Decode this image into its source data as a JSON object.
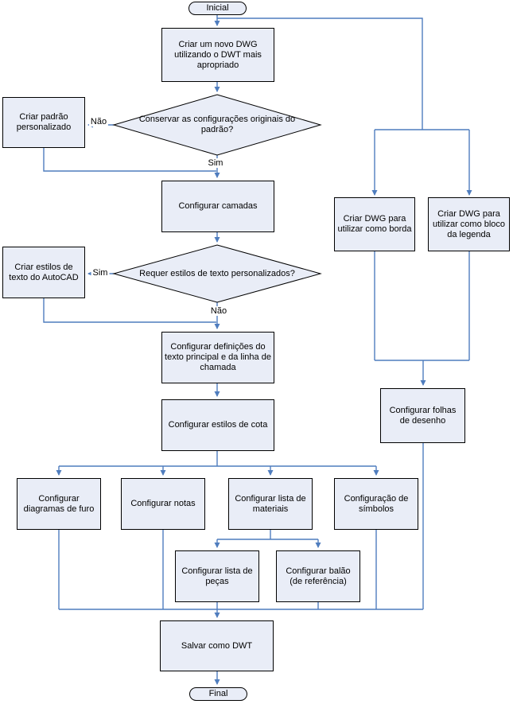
{
  "colors": {
    "node_fill": "#e9edf7",
    "node_border": "#000000",
    "connector": "#4f7dbe",
    "text": "#000000",
    "background": "#ffffff"
  },
  "flowchart": {
    "terminators": {
      "start": "Inicial",
      "end": "Final"
    },
    "nodes": {
      "novo_dwg": "Criar um novo DWG utilizando o DWT mais apropriado",
      "padrao_personalizado": "Criar padrão personalizado",
      "camadas": "Configurar camadas",
      "estilos_texto_autocad": "Criar estilos de texto do AutoCAD",
      "definicoes_texto": "Configurar definições do texto principal e da linha de chamada",
      "estilos_cota": "Configurar estilos de cota",
      "dwg_borda": "Criar DWG para utilizar como borda",
      "dwg_bloco_legenda": "Criar DWG para utilizar como bloco da legenda",
      "folhas_desenho": "Configurar folhas de desenho",
      "diagramas_furo": "Configurar diagramas de furo",
      "notas": "Configurar notas",
      "lista_materiais": "Configurar lista de materiais",
      "simbolos": "Configuração de símbolos",
      "lista_pecas": "Configurar lista de peças",
      "balao": "Configurar balão (de referência)",
      "salvar_dwt": "Salvar como DWT"
    },
    "decisions": {
      "conservar": "Conservar as configurações originais do padrão?",
      "requer_estilos": "Requer estilos de texto personalizados?"
    },
    "edge_labels": {
      "nao_1": "Não",
      "sim_1": "Sim",
      "sim_2": "Sim",
      "nao_2": "Não"
    }
  }
}
